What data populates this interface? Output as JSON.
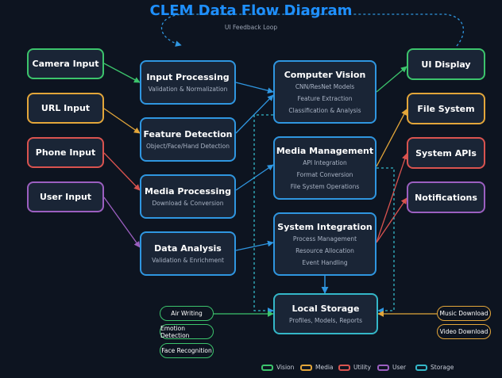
{
  "title": "CLEM Data Flow Diagram",
  "loop_label": "UI Feedback Loop",
  "inputs": {
    "camera": "Camera Input",
    "url": "URL Input",
    "phone": "Phone Input",
    "user": "User Input"
  },
  "processing": {
    "input": {
      "title": "Input Processing",
      "sub": "Validation & Normalization"
    },
    "feature": {
      "title": "Feature Detection",
      "sub": "Object/Face/Hand Detection"
    },
    "media": {
      "title": "Media Processing",
      "sub": "Download & Conversion"
    },
    "analysis": {
      "title": "Data Analysis",
      "sub": "Validation & Enrichment"
    }
  },
  "core": {
    "vision": {
      "title": "Computer Vision",
      "lines": [
        "CNN/ResNet Models",
        "Feature Extraction",
        "Classification & Analysis"
      ]
    },
    "media": {
      "title": "Media Management",
      "lines": [
        "API Integration",
        "Format Conversion",
        "File System Operations"
      ]
    },
    "system": {
      "title": "System Integration",
      "lines": [
        "Process Management",
        "Resource Allocation",
        "Event Handling"
      ]
    }
  },
  "storage": {
    "title": "Local Storage",
    "sub": "Profiles, Models, Reports"
  },
  "outputs": {
    "ui": "UI Display",
    "fs": "File System",
    "apis": "System APIs",
    "notif": "Notifications"
  },
  "features_left": [
    "Air Writing",
    "Emotion Detection",
    "Face Recognition"
  ],
  "features_right": [
    "Music Download",
    "Video Download"
  ],
  "legend": [
    "Vision",
    "Media",
    "Utility",
    "User",
    "Storage"
  ],
  "colors": {
    "vision": "#3cc46c",
    "media": "#e3a63a",
    "utility": "#d9534f",
    "user": "#9b5fc0",
    "storage": "#34b7c8",
    "flow": "#2f96e0",
    "title": "#1e90ff"
  }
}
